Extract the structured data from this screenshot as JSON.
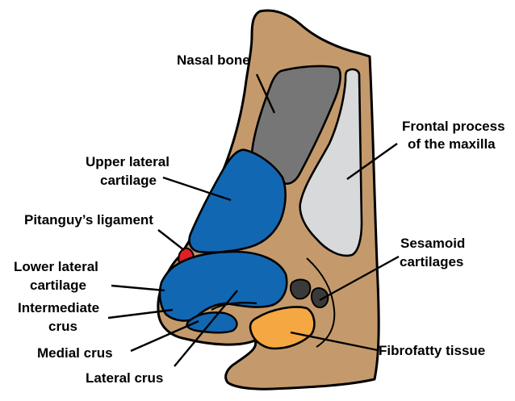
{
  "colors": {
    "skin": "#C49A6C",
    "nasal_bone": "#767676",
    "frontal_process": "#D8D9DB",
    "cartilage": "#1267B3",
    "ligament": "#E11E26",
    "sesamoid": "#3A3A3A",
    "fibrofatty": "#F5A742",
    "outline": "#000000"
  },
  "labels": {
    "nasal_bone": "Nasal bone",
    "frontal_process_1": "Frontal process",
    "frontal_process_2": "of the maxilla",
    "upper_lateral_1": "Upper lateral",
    "upper_lateral_2": "cartilage",
    "pitanguy": "Pitanguy’s ligament",
    "lower_lateral_1": "Lower lateral",
    "lower_lateral_2": "cartilage",
    "sesamoid_1": "Sesamoid",
    "sesamoid_2": "cartilages",
    "intermediate_1": "Intermediate",
    "intermediate_2": "crus",
    "medial_crus": "Medial crus",
    "lateral_crus": "Lateral crus",
    "fibrofatty": "Fibrofatty tissue"
  }
}
